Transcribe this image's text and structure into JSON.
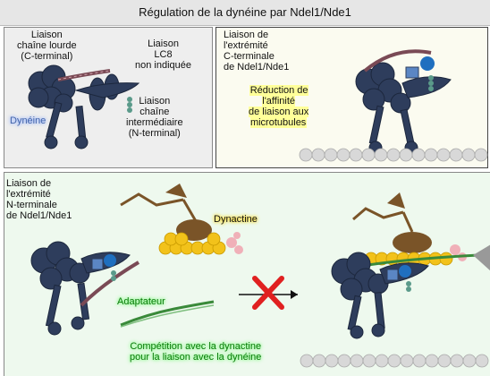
{
  "title": "Régulation de la dynéine par Ndel1/Nde1",
  "panel_a": {
    "heavy_chain": "Liaison\nchaîne lourde\n(C-terminal)",
    "lc8": "Liaison\nLC8\nnon indiquée",
    "intermediate_chain": "Liaison\nchaîne\nintermédiaire\n(N-terminal)",
    "dynein": "Dynéine"
  },
  "panel_b": {
    "binding": "Liaison de\nl'extrémité\nC-terminale\nde Ndel1/Nde1",
    "effect": "Réduction de\nl'affinité\nde liaison aux\nmicrotubules"
  },
  "panel_c": {
    "binding": "Liaison de\nl'extrémité\nN-terminale\nde Ndel1/Nde1",
    "dynactin": "Dynactine",
    "adaptor": "Adaptateur",
    "competition": "Compétition avec la dynactine\npour la liaison avec la dynéine"
  },
  "colors": {
    "dynein": "#2e3d5c",
    "ndel1": "#7a4a55",
    "dynactin_yellow": "#f2c21a",
    "dynactin_brown": "#7a5428",
    "adaptor": "#3a8a3a",
    "cross": "#e02020",
    "microtubule": "#d8d8d8"
  }
}
